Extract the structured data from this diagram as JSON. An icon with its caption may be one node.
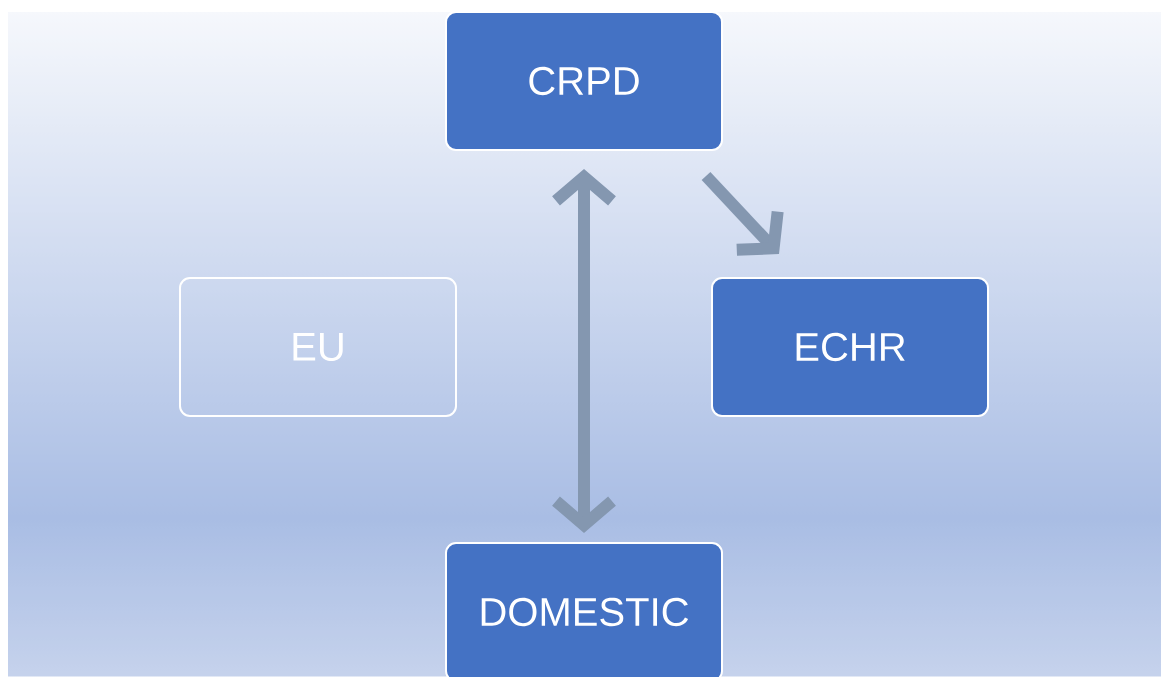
{
  "diagram": {
    "nodes": [
      {
        "text": [
          "CRPD"
        ]
      },
      {
        "text": [
          "EU"
        ]
      },
      {
        "text": [
          "ECHR"
        ]
      },
      {
        "text": [
          "DOMESTIC"
        ]
      }
    ],
    "edges": [
      {
        "from": 0,
        "to": 3,
        "arrow": "both"
      },
      {
        "from": 0,
        "to": 2,
        "arrow": "to"
      }
    ]
  }
}
